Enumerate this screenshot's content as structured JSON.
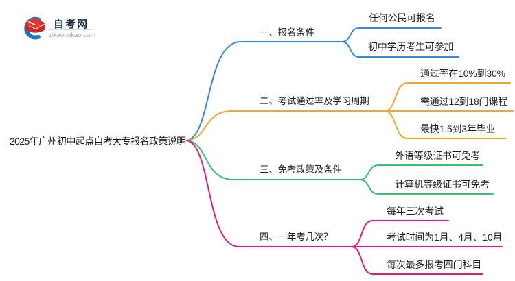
{
  "page": {
    "background": "#ffffff"
  },
  "logo": {
    "brand": "自考网",
    "domain": "zikao-zikao.com",
    "icon": "graduation-cap-logo",
    "colors": {
      "crescent": "#1779c4",
      "cap_top": "#e8352b",
      "cap_front": "#cf2a21",
      "brand_text": "#1b2a41",
      "domain_text": "#9aa3ad",
      "divider": "#d8dde3"
    }
  },
  "title": {
    "text": "2025年广州初中起点自考大专报名政策说明"
  },
  "mindmap": {
    "branches": [
      {
        "label": "一、报名条件",
        "color": "#2E8BE6",
        "children": [
          {
            "label": "任何公民可报名"
          },
          {
            "label": "初中学历考生可参加"
          }
        ]
      },
      {
        "label": "二、考试通过率及学习周期",
        "color": "#F6A623",
        "children": [
          {
            "label": "通过率在10%到30%"
          },
          {
            "label": "需通过12到18门课程"
          },
          {
            "label": "最快1.5到3年毕业"
          }
        ]
      },
      {
        "label": "三、免考政策及条件",
        "color": "#2EC471",
        "children": [
          {
            "label": "外语等级证书可免考"
          },
          {
            "label": "计算机等级证书可免考"
          }
        ]
      },
      {
        "label": "四、一年考几次？",
        "color": "#EE1874",
        "children": [
          {
            "label": "每年三次考试"
          },
          {
            "label": "考试时间为1月、4月、10月"
          },
          {
            "label": "每次最多报考四门科目"
          }
        ]
      }
    ]
  }
}
